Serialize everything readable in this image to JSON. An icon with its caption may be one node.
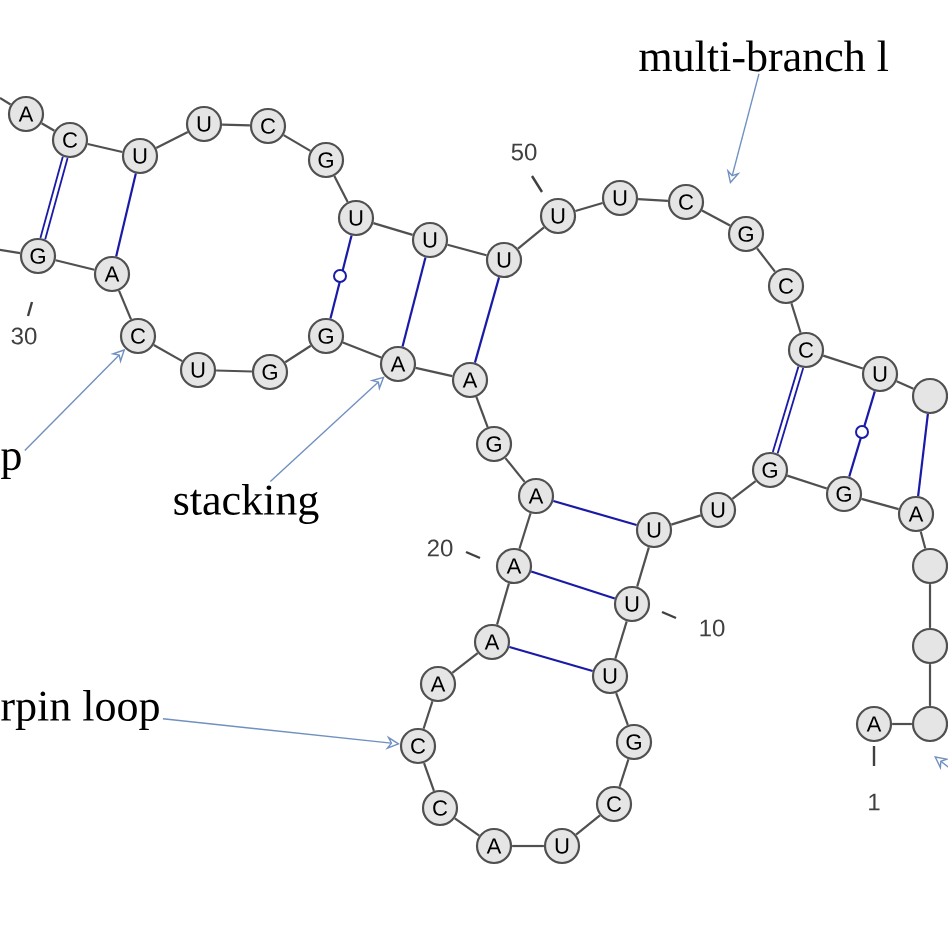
{
  "diagram": {
    "nodes": [
      {
        "text": [
          "A"
        ]
      },
      {
        "text": [],
        "shape": "circle"
      },
      {
        "text": [],
        "shape": "circle"
      },
      {
        "text": [],
        "shape": "circle"
      },
      {
        "text": [
          "A"
        ]
      },
      {
        "text": [
          "G"
        ]
      },
      {
        "text": [
          "G"
        ]
      },
      {
        "text": [
          "U"
        ]
      },
      {
        "text": [
          "U"
        ]
      },
      {
        "text": [
          "U"
        ]
      },
      {
        "text": [
          "U"
        ]
      },
      {
        "text": [
          "G"
        ]
      },
      {
        "text": [
          "C"
        ]
      },
      {
        "text": [
          "U"
        ]
      },
      {
        "text": [
          "A"
        ]
      },
      {
        "text": [
          "C"
        ]
      },
      {
        "text": [
          "C"
        ]
      },
      {
        "text": [
          "A"
        ]
      },
      {
        "text": [
          "A"
        ]
      },
      {
        "text": [
          "A"
        ]
      },
      {
        "text": [
          "A"
        ]
      },
      {
        "text": [
          "G"
        ]
      },
      {
        "text": [
          "A"
        ]
      },
      {
        "text": [
          "A"
        ]
      },
      {
        "text": [
          "G"
        ]
      },
      {
        "text": [
          "G"
        ]
      },
      {
        "text": [
          "U"
        ]
      },
      {
        "text": [
          "C"
        ]
      },
      {
        "text": [
          "A"
        ]
      },
      {
        "text": [
          "G"
        ]
      },
      {
        "text": [
          "A"
        ]
      },
      {
        "text": [
          "C"
        ]
      },
      {
        "text": [
          "U"
        ]
      },
      {
        "text": [
          "U"
        ]
      },
      {
        "text": [
          "C"
        ]
      },
      {
        "text": [
          "G"
        ]
      },
      {
        "text": [
          "U"
        ]
      },
      {
        "text": [
          "U"
        ]
      },
      {
        "text": [
          "U"
        ]
      },
      {
        "text": [
          "U"
        ]
      },
      {
        "text": [
          "U"
        ]
      },
      {
        "text": [
          "C"
        ]
      },
      {
        "text": [
          "G"
        ]
      },
      {
        "text": [
          "C"
        ]
      },
      {
        "text": [
          "C"
        ]
      },
      {
        "text": [
          "U"
        ]
      },
      {
        "text": [],
        "shape": "circle"
      },
      {
        "text": [
          "multi-branch l"
        ]
      },
      {
        "text": [
          "p"
        ]
      },
      {
        "text": [
          "stacking"
        ]
      },
      {
        "text": [
          "rpin loop"
        ]
      }
    ],
    "edges": [
      {
        "from": 0,
        "to": 46,
        "arrow": "none"
      },
      {
        "from": 46,
        "to": 3,
        "arrow": "none"
      },
      {
        "from": 3,
        "to": 2,
        "arrow": "none"
      },
      {
        "from": 2,
        "to": 4,
        "arrow": "none"
      },
      {
        "from": 4,
        "to": 5,
        "arrow": "none"
      },
      {
        "from": 5,
        "to": 6,
        "arrow": "none"
      },
      {
        "from": 6,
        "to": 7,
        "arrow": "none"
      },
      {
        "from": 7,
        "to": 8,
        "arrow": "none"
      },
      {
        "from": 8,
        "to": 9,
        "arrow": "none"
      },
      {
        "from": 9,
        "to": 10,
        "arrow": "none"
      },
      {
        "from": 10,
        "to": 11,
        "arrow": "none"
      },
      {
        "from": 11,
        "to": 12,
        "arrow": "none"
      },
      {
        "from": 12,
        "to": 13,
        "arrow": "none"
      },
      {
        "from": 13,
        "to": 14,
        "arrow": "none"
      },
      {
        "from": 14,
        "to": 15,
        "arrow": "none"
      },
      {
        "from": 15,
        "to": 16,
        "arrow": "none"
      },
      {
        "from": 16,
        "to": 17,
        "arrow": "none"
      },
      {
        "from": 17,
        "to": 18,
        "arrow": "none"
      },
      {
        "from": 18,
        "to": 19,
        "arrow": "none"
      },
      {
        "from": 19,
        "to": 20,
        "arrow": "none"
      },
      {
        "from": 20,
        "to": 21,
        "arrow": "none"
      },
      {
        "from": 21,
        "to": 22,
        "arrow": "none"
      },
      {
        "from": 22,
        "to": 23,
        "arrow": "none"
      },
      {
        "from": 23,
        "to": 24,
        "arrow": "none"
      },
      {
        "from": 24,
        "to": 25,
        "arrow": "none"
      },
      {
        "from": 25,
        "to": 26,
        "arrow": "none"
      },
      {
        "from": 26,
        "to": 27,
        "arrow": "none"
      },
      {
        "from": 27,
        "to": 28,
        "arrow": "none"
      },
      {
        "from": 28,
        "to": 29,
        "arrow": "none"
      },
      {
        "from": 29,
        "to": null,
        "arrow": "none"
      },
      {
        "from": null,
        "to": 30,
        "arrow": "none"
      },
      {
        "from": 30,
        "to": 31,
        "arrow": "none"
      },
      {
        "from": 31,
        "to": 32,
        "arrow": "none"
      },
      {
        "from": 32,
        "to": 33,
        "arrow": "none"
      },
      {
        "from": 33,
        "to": 34,
        "arrow": "none"
      },
      {
        "from": 34,
        "to": 35,
        "arrow": "none"
      },
      {
        "from": 35,
        "to": 36,
        "arrow": "none"
      },
      {
        "from": 36,
        "to": 37,
        "arrow": "none"
      },
      {
        "from": 37,
        "to": 38,
        "arrow": "none"
      },
      {
        "from": 38,
        "to": 39,
        "arrow": "none"
      },
      {
        "from": 39,
        "to": 40,
        "arrow": "none"
      },
      {
        "from": 40,
        "to": 41,
        "arrow": "none"
      },
      {
        "from": 41,
        "to": 42,
        "arrow": "none"
      },
      {
        "from": 42,
        "to": 43,
        "arrow": "none"
      },
      {
        "from": 43,
        "to": 44,
        "arrow": "none"
      },
      {
        "from": 44,
        "to": 45,
        "arrow": "none"
      },
      {
        "from": 45,
        "to": 1,
        "arrow": "none"
      },
      {
        "from": 31,
        "to": 29,
        "arrow": "none",
        "style": "thick",
        "color": "#1a1aa8"
      },
      {
        "from": 32,
        "to": 28,
        "arrow": "none",
        "color": "#1a1aa8"
      },
      {
        "from": 36,
        "to": 24,
        "arrow": "none",
        "color": "#1a1aa8"
      },
      {
        "from": 37,
        "to": 23,
        "arrow": "none",
        "color": "#1a1aa8"
      },
      {
        "from": 38,
        "to": 22,
        "arrow": "none",
        "color": "#1a1aa8"
      },
      {
        "from": 20,
        "to": 8,
        "arrow": "none",
        "color": "#1a1aa8"
      },
      {
        "from": 19,
        "to": 9,
        "arrow": "none",
        "color": "#1a1aa8"
      },
      {
        "from": 18,
        "to": 10,
        "arrow": "none",
        "color": "#1a1aa8"
      },
      {
        "from": 44,
        "to": 6,
        "arrow": "none",
        "style": "thick",
        "color": "#1a1aa8"
      },
      {
        "from": 45,
        "to": 5,
        "arrow": "none",
        "color": "#1a1aa8"
      },
      {
        "from": 1,
        "to": 4,
        "arrow": "none",
        "color": "#1a1aa8"
      },
      {
        "from": 47,
        "to": null,
        "arrow": "to",
        "color": "#7090c0"
      },
      {
        "from": 48,
        "to": 27,
        "arrow": "to",
        "color": "#7090c0"
      },
      {
        "from": 49,
        "to": 23,
        "arrow": "to",
        "color": "#7090c0"
      },
      {
        "from": 50,
        "to": 16,
        "arrow": "to",
        "color": "#7090c0"
      }
    ],
    "labels": [
      "50",
      "30",
      "20",
      "10",
      "1"
    ]
  }
}
